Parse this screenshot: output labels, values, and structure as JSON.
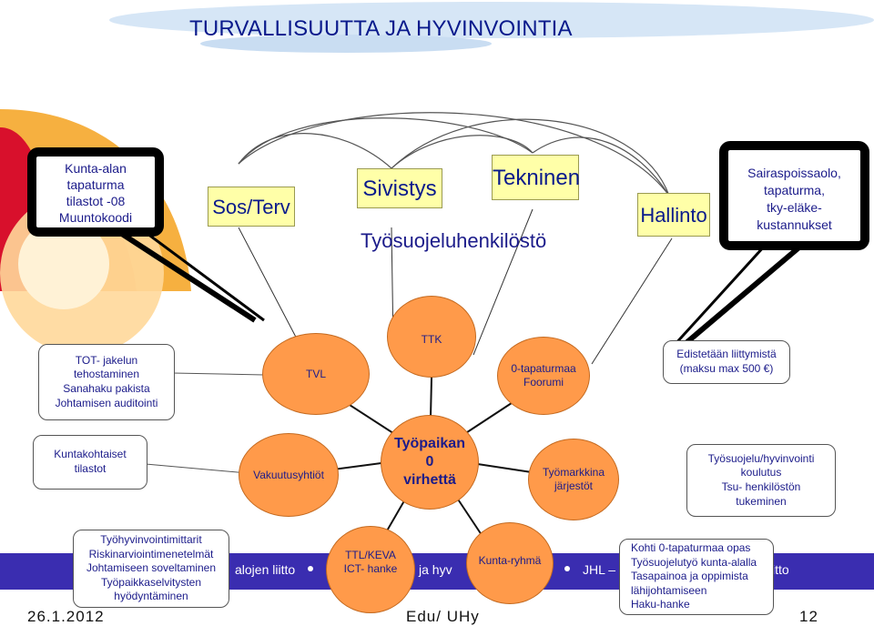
{
  "title": "TURVALLISUUTTA JA HYVINVOINTIA",
  "top_left_bubble": [
    "Kunta-alan",
    "tapaturma",
    "tilastot -08",
    "Muuntokoodi"
  ],
  "top_right_bubble": [
    "Sairaspoissaolo,",
    "tapaturma,",
    "tky-eläke-",
    "kustannukset"
  ],
  "departments": {
    "sos_terv": "Sos/Terv",
    "sivistys": "Sivistys",
    "tekninen": "Tekninen",
    "hallinto": "Hallinto"
  },
  "tyosuojelu": "Työsuojeluhenkilöstö",
  "center": [
    "Työpaikan",
    "0",
    "virhettä"
  ],
  "satellites": {
    "ttk": "TTK",
    "tvl": "TVL",
    "foorumi": [
      "0-tapaturmaa",
      "Foorumi"
    ],
    "vakuutus": "Vakuutusyhtiöt",
    "tyomarkkina": [
      "Työmarkkina",
      "järjestöt"
    ],
    "ttl": [
      "TTL/KEVA",
      "ICT- hanke"
    ],
    "kunta": "Kunta-ryhmä"
  },
  "callouts": {
    "tot": [
      "TOT- jakelun",
      "tehostaminen",
      "Sanahaku pakista",
      "Johtamisen auditointi"
    ],
    "edistetaan": [
      "Edistetään liittymistä",
      "(maksu max 500 €)"
    ],
    "kuntakohtaiset": [
      "Kuntakohtaiset",
      "tilastot"
    ],
    "koulutus": [
      "Työsuojelu/hyvinvointi",
      "koulutus",
      "Tsu- henkilöstön",
      "tukeminen"
    ],
    "mittarit": [
      "Työhyvinvointimittarit",
      "Riskinarviointimenetelmät",
      "Johtamiseen soveltaminen",
      "Työpaikkaselvitysten",
      "hyödyntäminen"
    ],
    "kohti": [
      "Kohti 0-tapaturmaa opas",
      "Työsuojelutyö kunta-alalla",
      "Tasapainoa ja oppimista",
      "lähijohtamiseen",
      "Haku-hanke"
    ]
  },
  "banner": {
    "seg1": "alojen liitto",
    "seg2": "ja hyv",
    "seg3": "JHL –",
    "seg4": "itto"
  },
  "footer": {
    "date": "26.1.2012",
    "center": "Edu/ UHy",
    "page": "12"
  },
  "colors": {
    "title": "#0a1a8c",
    "circle_fill": "#ff9a4a",
    "department_fill": "#ffffa8",
    "banner": "#3a2db0"
  }
}
